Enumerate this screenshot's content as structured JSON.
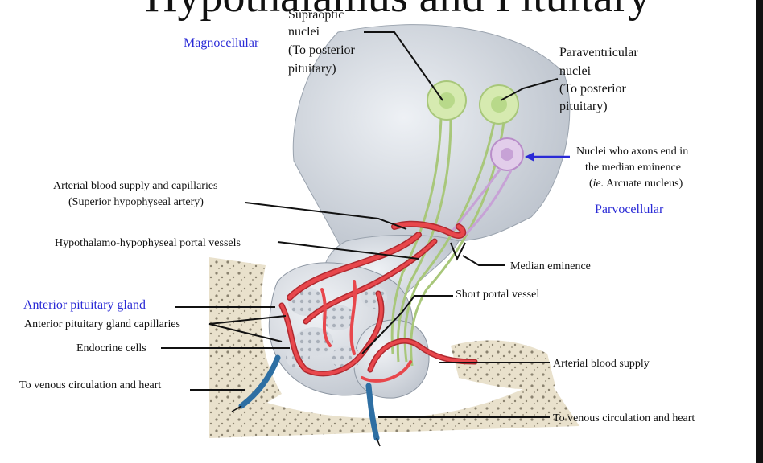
{
  "title_fragment": "Hypothalamus and Pituitary",
  "labels": {
    "magnocellular": "Magnocellular",
    "supraoptic": [
      "Supraoptic",
      "nuclei",
      "(To posterior",
      "pituitary)"
    ],
    "paraventricular": [
      "Paraventricular",
      "nuclei",
      "(To posterior",
      "pituitary)"
    ],
    "nuclei_axons": [
      "Nuclei who axons end in",
      "the median eminence",
      "(ie. Arcuate nucleus)"
    ],
    "parvocellular": "Parvocellular",
    "arterial_supply_capillaries": [
      "Arterial blood supply and capillaries",
      "(Superior hypophyseal artery)"
    ],
    "portal_vessels": "Hypothalamo-hypophyseal portal vessels",
    "median_eminence": "Median eminence",
    "short_portal": "Short portal vessel",
    "anterior_pituitary": "Anterior pituitary gland",
    "anterior_capillaries": "Anterior pituitary gland capillaries",
    "endocrine_cells": "Endocrine cells",
    "venous_left": "To venous circulation and heart",
    "arterial_blood_supply": "Arterial blood supply",
    "venous_right": "To venous circulation and heart"
  },
  "colors": {
    "blue_label": "#2a2ad6",
    "vessel": "#e8474c",
    "vessel_dark": "#b02a30",
    "neuron_green": "#b8d98a",
    "neuron_purple": "#c7a2d6",
    "tissue_gray": "#d4d9e0",
    "bone": "#e8e0cc",
    "vein_blue": "#2e6fa3"
  }
}
